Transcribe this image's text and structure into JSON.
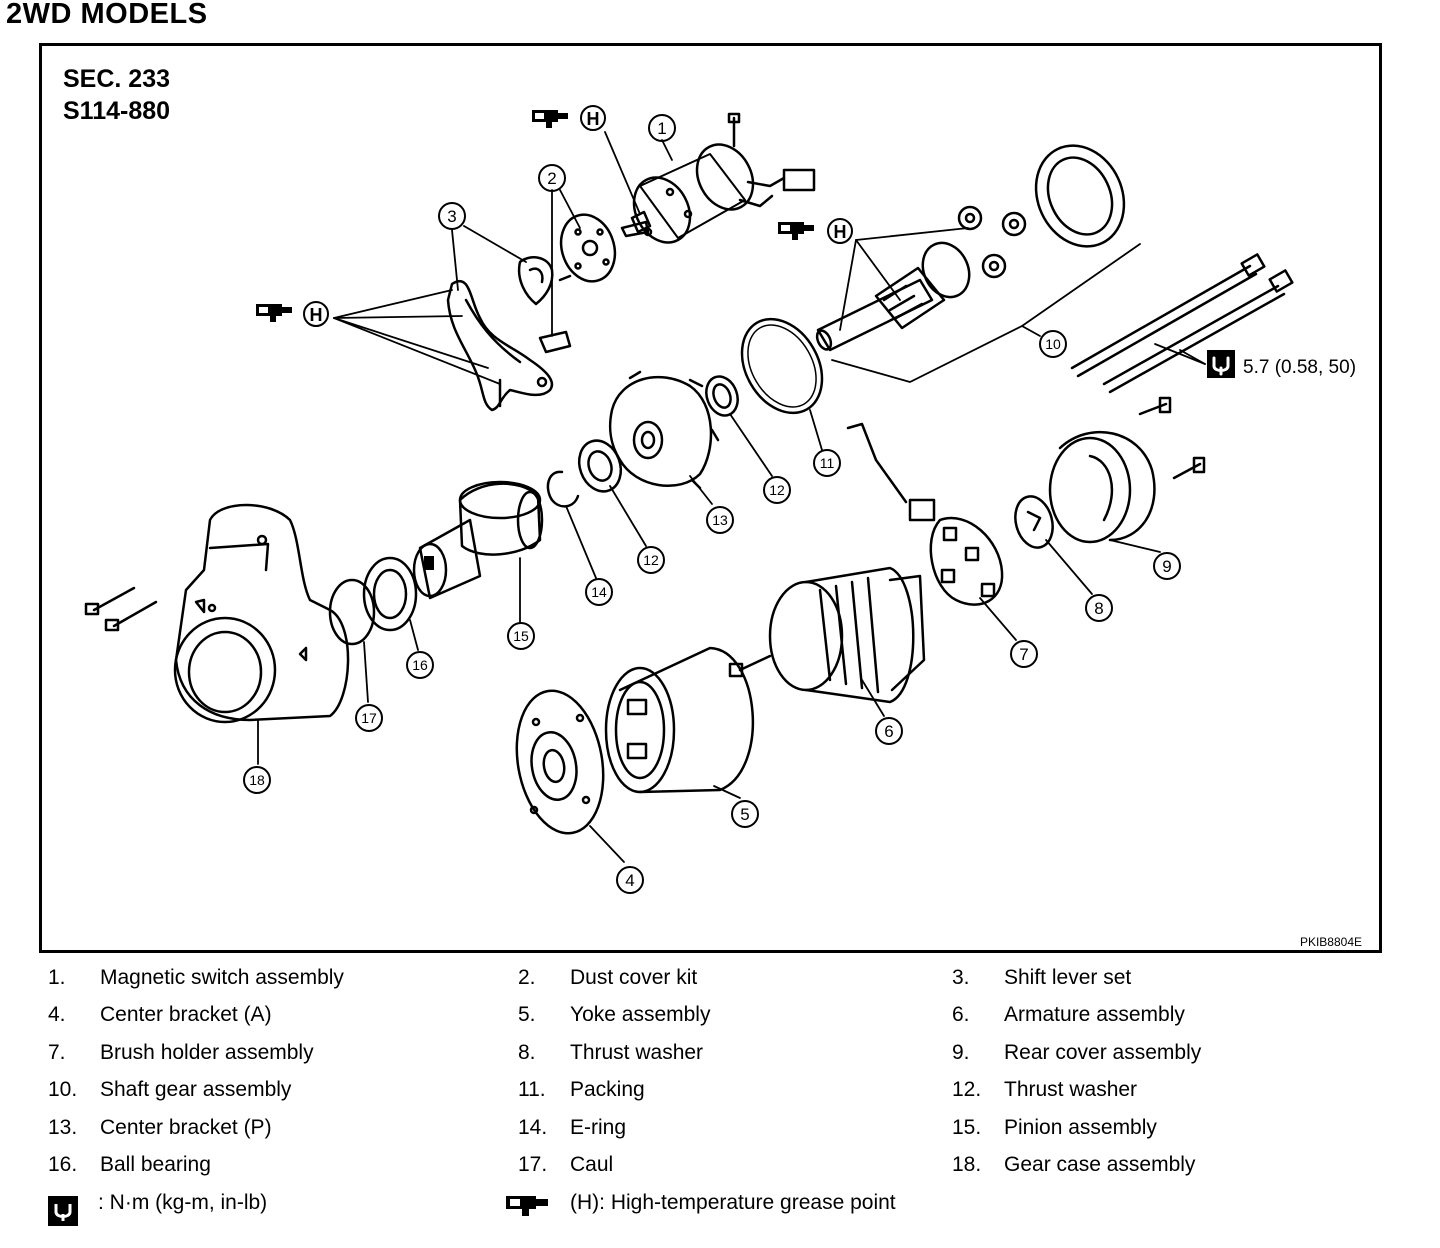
{
  "heading": "2WD MODELS",
  "section": {
    "line1": "SEC. 233",
    "line2": "S114-880"
  },
  "figure_code": "PKIB8804E",
  "torque_spec": "5.7 (0.58, 50)",
  "grease_symbol": "H",
  "callouts": [
    "1",
    "2",
    "3",
    "4",
    "5",
    "6",
    "7",
    "8",
    "9",
    "10",
    "11",
    "12",
    "13",
    "14",
    "15",
    "16",
    "17",
    "18"
  ],
  "legend": [
    {
      "num": "1.",
      "label": "Magnetic switch assembly"
    },
    {
      "num": "2.",
      "label": "Dust cover kit"
    },
    {
      "num": "3.",
      "label": "Shift lever set"
    },
    {
      "num": "4.",
      "label": "Center bracket (A)"
    },
    {
      "num": "5.",
      "label": "Yoke assembly"
    },
    {
      "num": "6.",
      "label": "Armature assembly"
    },
    {
      "num": "7.",
      "label": "Brush holder assembly"
    },
    {
      "num": "8.",
      "label": "Thrust washer"
    },
    {
      "num": "9.",
      "label": "Rear cover assembly"
    },
    {
      "num": "10.",
      "label": "Shaft gear assembly"
    },
    {
      "num": "11.",
      "label": "Packing"
    },
    {
      "num": "12.",
      "label": "Thrust washer"
    },
    {
      "num": "13.",
      "label": "Center bracket (P)"
    },
    {
      "num": "14.",
      "label": "E-ring"
    },
    {
      "num": "15.",
      "label": "Pinion assembly"
    },
    {
      "num": "16.",
      "label": "Ball bearing"
    },
    {
      "num": "17.",
      "label": "Caul"
    },
    {
      "num": "18.",
      "label": "Gear case assembly"
    }
  ],
  "notes": {
    "torque": ": N·m (kg-m, in-lb)",
    "grease": "(H): High-temperature grease point"
  },
  "icons": [
    "torque-wrench-icon",
    "grease-gun-icon"
  ]
}
